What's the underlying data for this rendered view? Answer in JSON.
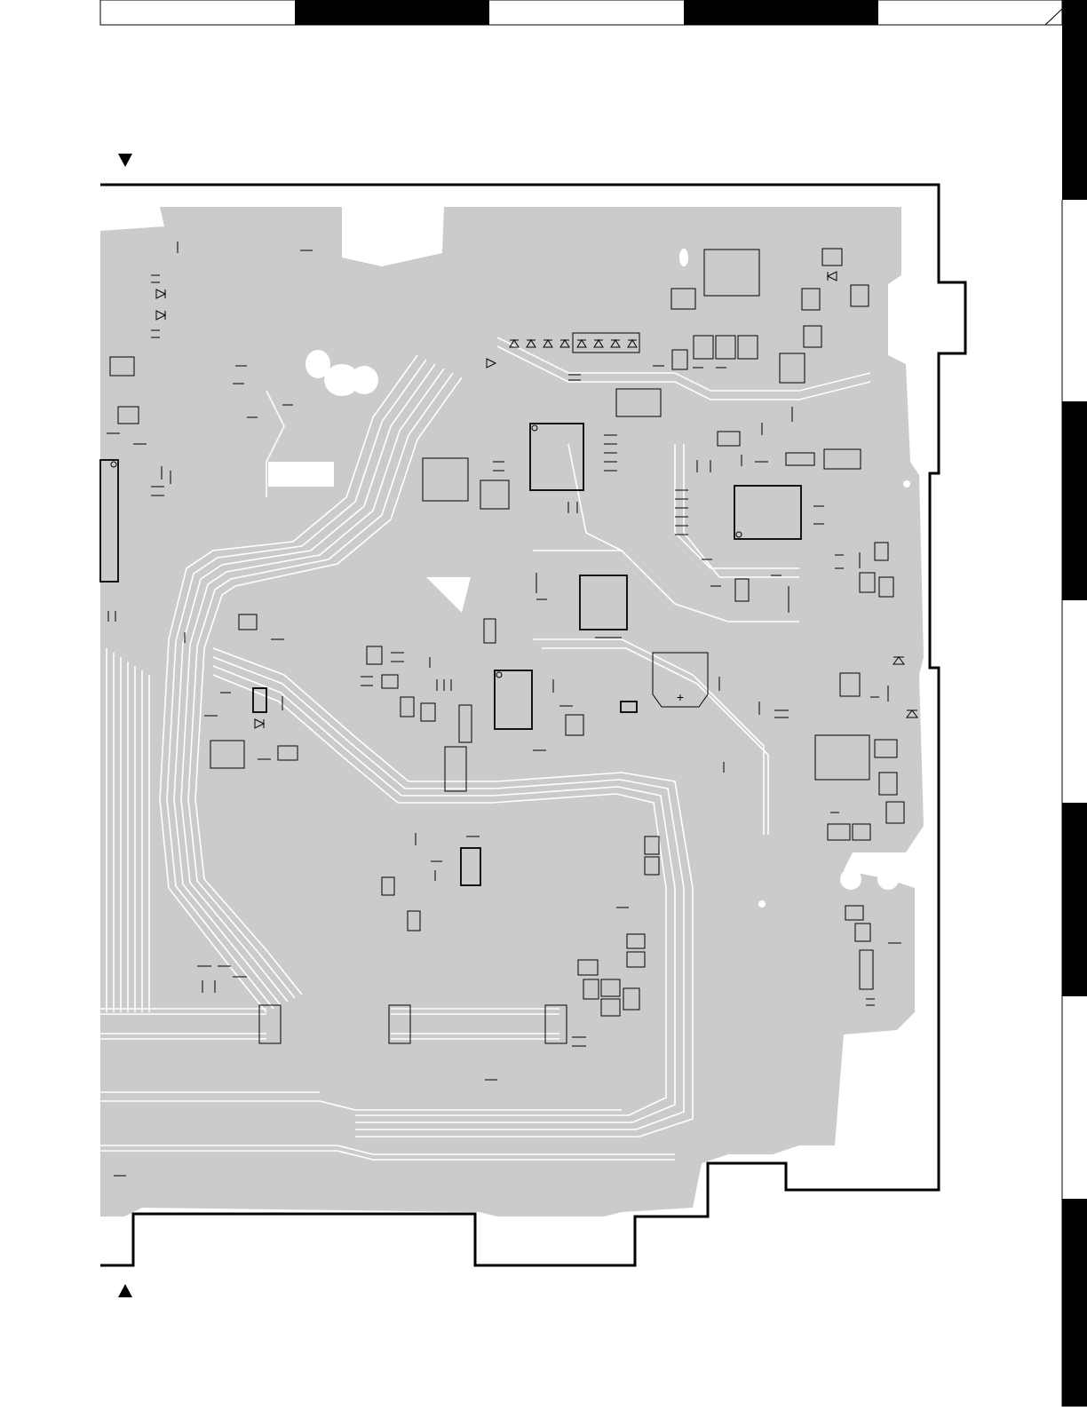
{
  "colors": {
    "board": "#cbcbcb",
    "trace": "#ffffff",
    "outline": "#000000",
    "header_fill": "#000000",
    "page_bg": "#ffffff"
  },
  "header": {
    "blocks": [
      "white",
      "black",
      "white",
      "black",
      "white"
    ]
  },
  "side_tabs": [
    "black",
    "white",
    "black",
    "white",
    "black",
    "white",
    "black"
  ],
  "markers": {
    "top": "down-triangle-icon",
    "bottom": "up-triangle-icon"
  },
  "board": {
    "component_label_plus": "+"
  }
}
